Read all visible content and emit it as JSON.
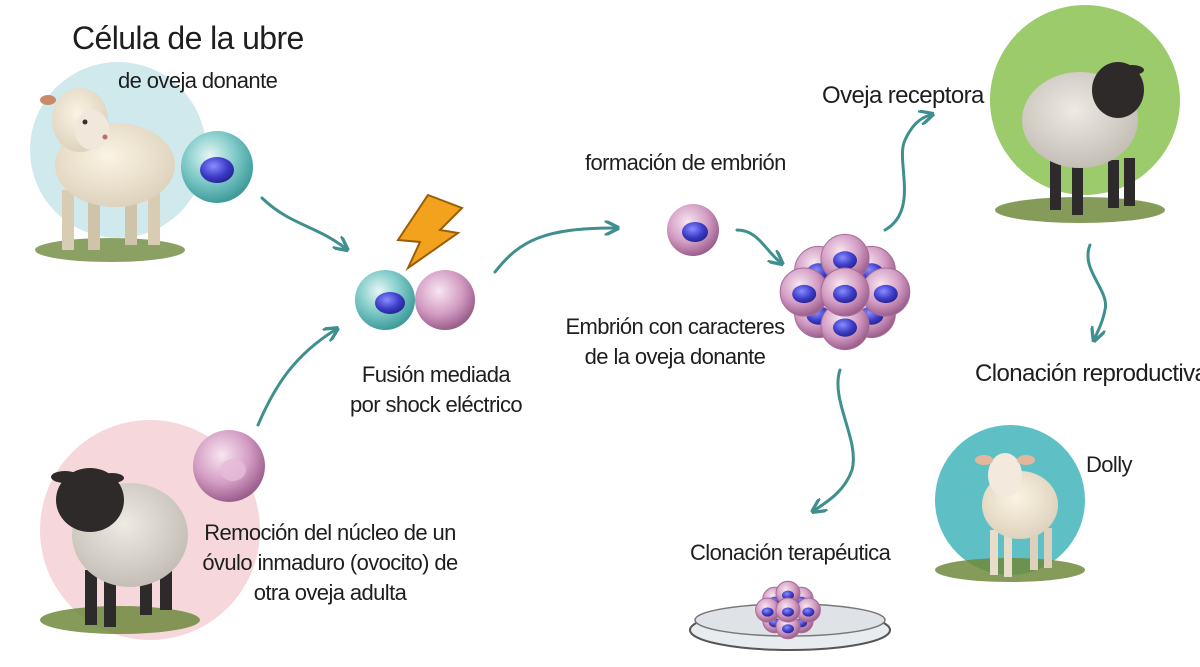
{
  "diagram": {
    "title": "Clonación de la oveja Dolly",
    "colors": {
      "arrow": "#3f8f8f",
      "donor_circle": "#cfe9ec",
      "oocyte_circle": "#f6d8dc",
      "receptor_circle": "#9ccb6b",
      "dolly_circle": "#5ec0c4",
      "cell_teal": "#5fb9b8",
      "cell_pink": "#c98bb5",
      "nucleus": "#3c3cc8",
      "spark": "#f2a21c"
    },
    "labels": {
      "donor_title": "Célula de la ubre",
      "donor_sub": "de oveja donante",
      "fusion_line1": "Fusión mediada",
      "fusion_line2": "por shock eléctrico",
      "removal_line1": "Remoción  del núcleo de un",
      "removal_line2": "óvulo inmaduro (ovocito) de",
      "removal_line3": "otra oveja adulta",
      "embryo_formation": "formación de embrión",
      "embryo_line1": "Embrión con caracteres",
      "embryo_line2": "de la oveja donante",
      "receptor": "Oveja receptora",
      "reproductive": "Clonación reproductiva",
      "therapeutic": "Clonación terapéutica",
      "dolly": "Dolly"
    },
    "nodes": [
      {
        "id": "donor-sheep",
        "label": "Oveja donante (blanca)"
      },
      {
        "id": "udder-cell",
        "label": "Célula de la ubre"
      },
      {
        "id": "oocyte-sheep",
        "label": "Oveja de cara negra"
      },
      {
        "id": "oocyte",
        "label": "Ovocito"
      },
      {
        "id": "fusion",
        "label": "Fusión"
      },
      {
        "id": "zygote",
        "label": "Cigoto"
      },
      {
        "id": "embryo",
        "label": "Embrión"
      },
      {
        "id": "receptor-sheep",
        "label": "Oveja receptora"
      },
      {
        "id": "petri-dish",
        "label": "Clonación terapéutica"
      },
      {
        "id": "dolly",
        "label": "Dolly"
      }
    ],
    "edges": [
      {
        "from": "udder-cell",
        "to": "fusion"
      },
      {
        "from": "oocyte",
        "to": "fusion"
      },
      {
        "from": "fusion",
        "to": "zygote"
      },
      {
        "from": "zygote",
        "to": "embryo"
      },
      {
        "from": "embryo",
        "to": "receptor-sheep"
      },
      {
        "from": "embryo",
        "to": "petri-dish"
      },
      {
        "from": "receptor-sheep",
        "to": "dolly"
      }
    ]
  }
}
